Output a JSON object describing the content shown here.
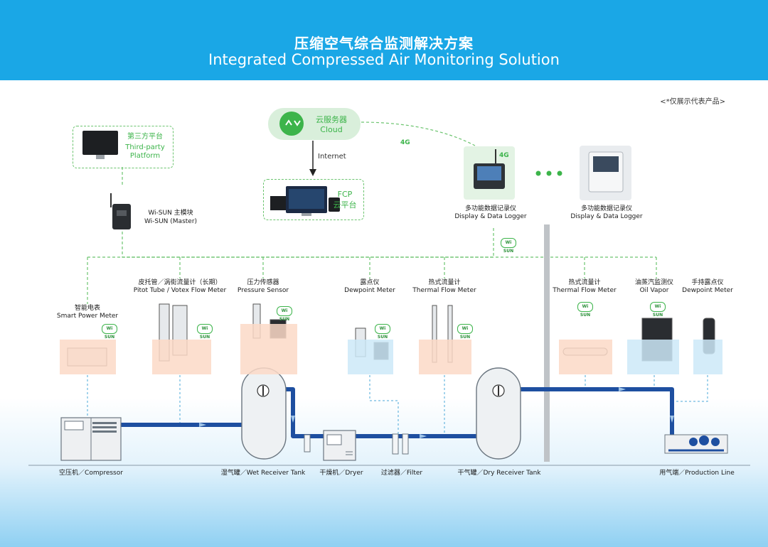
{
  "header": {
    "title_cn": "压缩空气综合监测解决方案",
    "title_en": "Integrated Compressed Air Monitoring Solution"
  },
  "note": "<*仅展示代表产品>",
  "cloud": {
    "cn": "云服务器",
    "en": "Cloud"
  },
  "third_party": {
    "cn": "第三方平台",
    "en1": "Third-party",
    "en2": "Platform"
  },
  "internet": "Internet",
  "fcp": {
    "l1": "FCP",
    "l2": "云平台"
  },
  "four_g": "4G",
  "wisun_master": {
    "cn": "Wi-SUN 主模块",
    "en": "Wi-SUN (Master)"
  },
  "logger1": {
    "cn": "多功能数据记录仪",
    "en": "Display & Data Logger"
  },
  "logger2": {
    "cn": "多功能数据记录仪",
    "en": "Display & Data Logger"
  },
  "sensors": [
    {
      "cn": "智能电表",
      "en": "Smart Power Meter"
    },
    {
      "cn": "皮托管／涡街流量计（长期）",
      "en": "Pitot Tube / Votex Flow Meter"
    },
    {
      "cn": "压力传感器",
      "en": "Pressure Sensor"
    },
    {
      "cn": "露点仪",
      "en": "Dewpoint Meter"
    },
    {
      "cn": "热式流量计",
      "en": "Thermal Flow Meter"
    },
    {
      "cn": "热式流量计",
      "en": "Thermal Flow Meter"
    },
    {
      "cn": "油蒸汽监测仪",
      "en": "Oil Vapor"
    },
    {
      "cn": "手持露点仪",
      "en": "Dewpoint Meter"
    }
  ],
  "equipment": [
    "空压机／Compressor",
    "湿气罐／Wet Receiver Tank",
    "干燥机／Dryer",
    "过滤器／Filter",
    "干气罐／Dry Receiver Tank",
    "用气端／Production Line"
  ],
  "wisun_badge": "Wi SUN",
  "colors": {
    "header": "#1aa7e6",
    "green": "#3cb44a",
    "pipe": "#1e4fa0",
    "pink": "#fcd9c7",
    "blue_box": "#cde9f8"
  }
}
